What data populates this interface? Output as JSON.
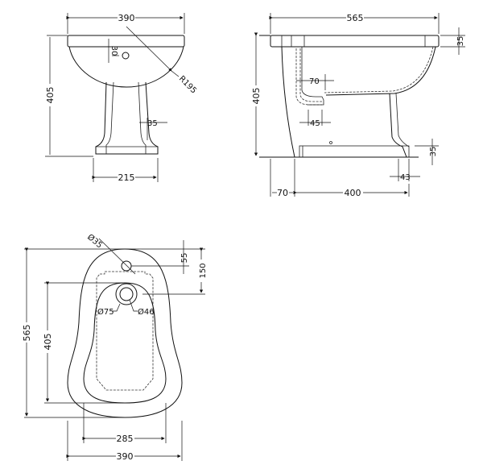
{
  "drawing": {
    "subject": "Bidet technical dimension drawing",
    "units": "mm",
    "line_color": "#111111",
    "background": "#ffffff"
  },
  "front_view": {
    "overall_width": "390",
    "overall_height": "405",
    "hole_offset": "30",
    "bowl_radius": "R195",
    "pedestal_thickness": "35",
    "base_width": "215"
  },
  "side_view": {
    "overall_length": "565",
    "rim_thickness": "35",
    "overall_height": "405",
    "waste_offset": "70",
    "waste_diameter_offset": "45",
    "base_thickness": "35",
    "base_overhang": "43",
    "rear_setback": "70",
    "base_length": "400"
  },
  "plan_view": {
    "tap_hole_diameter": "Ø35",
    "tap_hole_offset": "55",
    "waste_offset": "150",
    "overall_length": "565",
    "bowl_length": "405",
    "waste_outer_diameter": "Ø75",
    "waste_inner_diameter": "Ø46",
    "bowl_width": "285",
    "overall_width": "390"
  }
}
